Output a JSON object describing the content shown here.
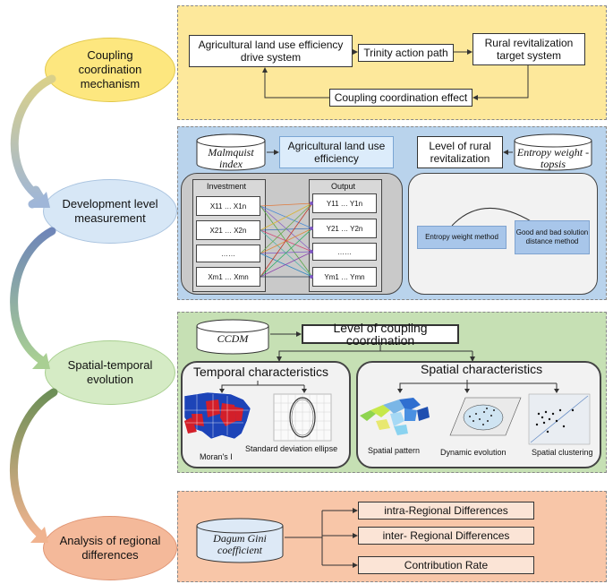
{
  "left_steps": [
    {
      "label": "Coupling coordination mechanism",
      "color": "#fde77f"
    },
    {
      "label": "Development level measurement",
      "color": "#d7e7f6"
    },
    {
      "label": "Spatial-temporal evolution",
      "color": "#d5ebc5"
    },
    {
      "label": "Analysis of regional differences",
      "color": "#f4b99a"
    }
  ],
  "panel1": {
    "drive_system": "Agricultural land use efficiency drive system",
    "trinity": "Trinity action path",
    "target_system": "Rural revitalization target system",
    "effect": "Coupling coordination effect"
  },
  "panel2": {
    "malmquist": "Malmquist index",
    "ale": "Agricultural land use efficiency",
    "rural": "Level of rural revitalization",
    "entropy_topsis": "Entropy weight -topsis",
    "investment": "Investment",
    "output": "Output",
    "inputs": [
      "X11 … X1n",
      "X21 … X2n",
      "……",
      "Xm1 … Xmn"
    ],
    "outputs": [
      "Y11 … Y1n",
      "Y21 … Y2n",
      "……",
      "Ym1 … Ymn"
    ],
    "entropy_method": "Entropy weight method",
    "good_bad": "Good and bad solution distance method"
  },
  "panel3": {
    "ccdm": "CCDM",
    "level": "Level of coupling coordination",
    "temporal": "Temporal characteristics",
    "spatial": "Spatial characteristics",
    "morans": "Moran's I",
    "sde": "Standard deviation ellipse",
    "spatial_pattern": "Spatial pattern",
    "dynamic": "Dynamic evolution",
    "clustering": "Spatial clustering"
  },
  "panel4": {
    "dagum": "Dagum Gini coefficient",
    "intra": "intra-Regional Differences",
    "inter": "inter- Regional Differences",
    "contribution": "Contribution Rate"
  }
}
